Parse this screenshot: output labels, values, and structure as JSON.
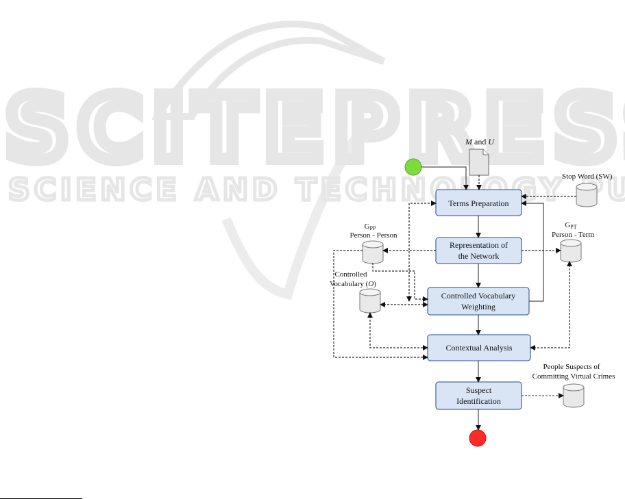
{
  "watermark": {
    "main": "SCITEPRESS",
    "sub": "SCIENCE AND TECHNOLOGY PUBLICATIONS"
  },
  "inputs": {
    "doc": {
      "pre": "M",
      "mid": " and ",
      "post": "U"
    },
    "stopword": "Stop Word (SW)"
  },
  "processes": {
    "terms": [
      "Terms  Preparation"
    ],
    "network": [
      "Representation  of",
      "the Network"
    ],
    "cv_weight": [
      "Controlled  Vocabulary",
      "Weighting"
    ],
    "context": [
      "Contextual  Analysis"
    ],
    "suspect": [
      "Suspect",
      "Identification"
    ]
  },
  "stores": {
    "gpp": {
      "g": "G",
      "sub": "PP",
      "label": "Person - Person"
    },
    "gpt": {
      "g": "G",
      "sub": "PT",
      "label": "Person - Term"
    },
    "cv": {
      "line1": "Controlled",
      "line2_pre": "Vocabulary (",
      "line2_var": "O",
      "line2_post": ")"
    },
    "people": [
      "People Suspects of",
      "Committing  Virtual Crimes"
    ]
  },
  "colors": {
    "start": "#7ddc3c",
    "end": "#ff2a2a",
    "process_fill": "#d9e4f5",
    "process_stroke": "#4a6ea8"
  }
}
